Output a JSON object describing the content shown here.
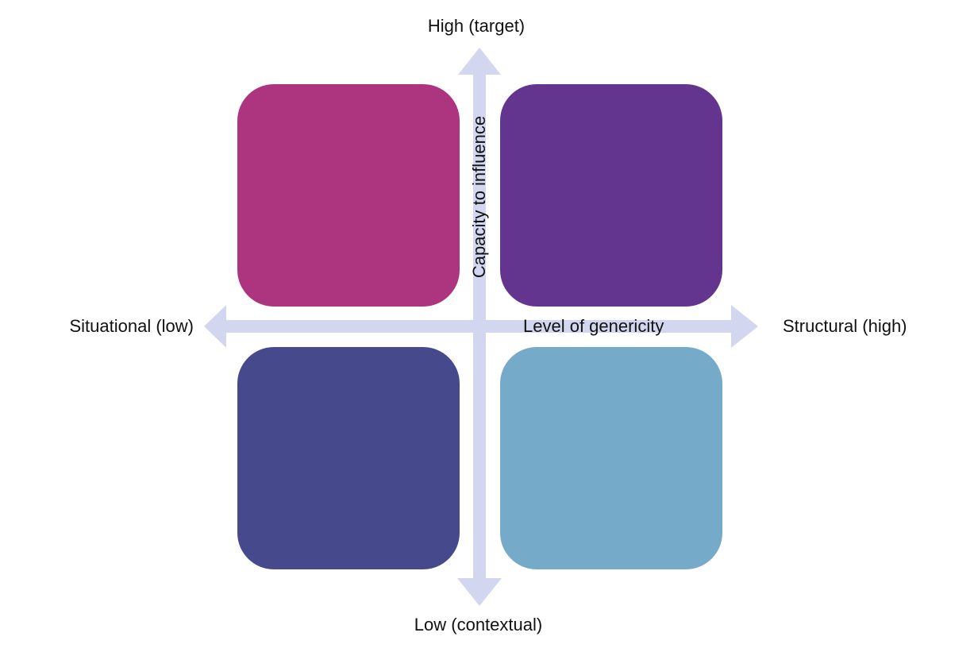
{
  "axes": {
    "vertical": {
      "top_label": "High (target)",
      "bottom_label": "Low (contextual)",
      "title": "Capacity to influence"
    },
    "horizontal": {
      "left_label": "Situational (low)",
      "right_label": "Structural (high)",
      "title": "Level of genericity"
    }
  },
  "quadrants": {
    "top_left": {
      "color": "#AD3580"
    },
    "top_right": {
      "color": "#63358F"
    },
    "bottom_left": {
      "color": "#464A8C"
    },
    "bottom_right": {
      "color": "#75ABC9"
    }
  },
  "arrow_color": "#D2D7EF"
}
